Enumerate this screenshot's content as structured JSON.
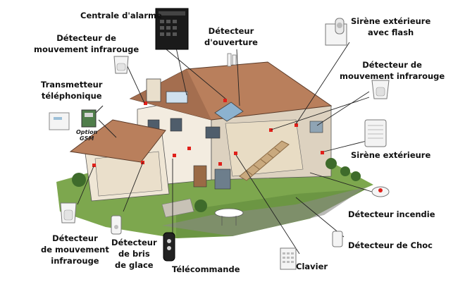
{
  "labels": {
    "centrale_alarme": "Centrale d'alarme",
    "detecteur_ouverture": [
      "Détecteur",
      "d'ouverture"
    ],
    "sirene_ext_flash": [
      "Sirène extérieure",
      "avec flash"
    ],
    "detecteur_mouv_top_left": [
      "Détecteur de",
      "mouvement infrarouge"
    ],
    "detecteur_mouv_right": [
      "Détecteur de",
      "mouvement infrarouge"
    ],
    "transmetteur": [
      "Transmetteur",
      "téléphonique"
    ],
    "option_gsm": [
      "Option",
      "GSM"
    ],
    "sirene_ext": "Sirène extérieure",
    "detecteur_incendie": "Détecteur incendie",
    "detecteur_choc": "Détecteur de Choc",
    "detecteur_mouv_bottom": [
      "Détecteur",
      "de mouvement",
      "infrarouge"
    ],
    "detecteur_bris": [
      "Détecteur",
      "de bris",
      "de glace"
    ],
    "telecommande": "Télécommande",
    "clavier": "Clavier"
  },
  "colors": {
    "roof": "#b97f5c",
    "roof_dark": "#8d5a3d",
    "wall": "#f3ece0",
    "wall_shade": "#ddd2c0",
    "grass": "#7da74e",
    "sensor_dot": "#e0201a",
    "leader": "#222222"
  }
}
